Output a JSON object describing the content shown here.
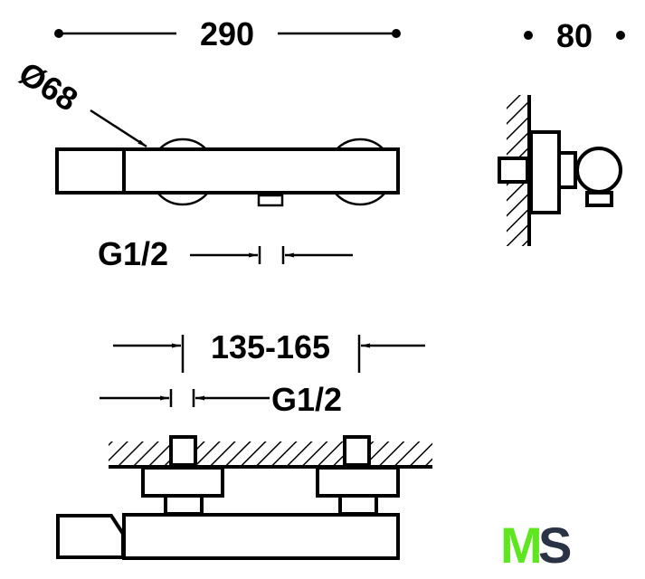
{
  "dimensions": {
    "total_length": "290",
    "depth": "80",
    "diameter": "Ø68",
    "inlet_top": "G1/2",
    "center_distance": "135-165",
    "inlet_bottom": "G1/2"
  },
  "logo": {
    "letter_m": "M",
    "letter_s": "S",
    "color_m": "#5ee61f",
    "color_s": "#2a3345"
  }
}
